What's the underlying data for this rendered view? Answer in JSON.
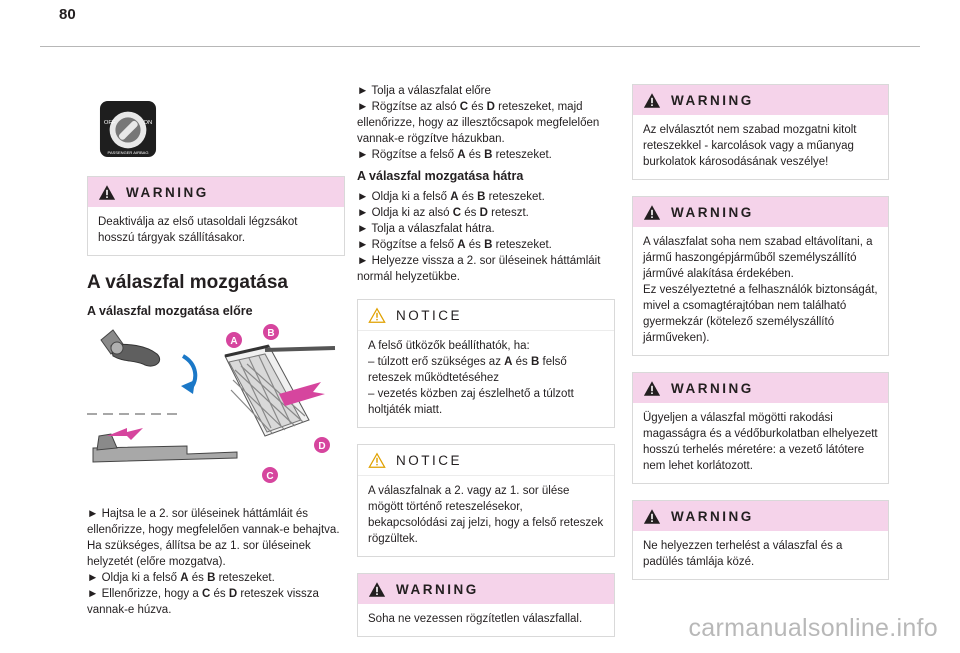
{
  "page_number": "80",
  "col1": {
    "warning1": {
      "title": "WARNING",
      "body": "Deaktiválja az első utasoldali légzsákot hosszú tárgyak szállításakor."
    },
    "section_title": "A válaszfal mozgatása",
    "subsection_title": "A válaszfal mozgatása előre",
    "figure_labels": {
      "a": "A",
      "b": "B",
      "c": "C",
      "d": "D"
    },
    "airbag_labels": {
      "off": "OFF",
      "on": "ON",
      "caption": "PASSENGER AIRBAG"
    },
    "steps": {
      "s1": "► Hajtsa le a 2. sor üléseinek háttámláit és ellenőrizze, hogy megfelelően vannak-e behajtva. Ha szükséges, állítsa be az 1. sor üléseinek helyzetét (előre mozgatva).",
      "s2_pre": "► Oldja ki a felső ",
      "s2_a": "A",
      "s2_mid": " és ",
      "s2_b": "B",
      "s2_post": " reteszeket.",
      "s3_pre": "► Ellenőrizze, hogy a ",
      "s3_c": "C",
      "s3_mid": " és ",
      "s3_d": "D",
      "s3_post": " reteszek vissza vannak-e húzva."
    }
  },
  "col2": {
    "forward_steps": {
      "s1": "► Tolja a válaszfalat előre",
      "s2_pre": "► Rögzítse az alsó ",
      "s2_c": "C",
      "s2_mid": " és ",
      "s2_d": "D",
      "s2_post": " reteszeket, majd ellenőrizze, hogy az illesztőcsapok megfelelően vannak-e rögzítve házukban.",
      "s3_pre": "► Rögzítse a felső ",
      "s3_a": "A",
      "s3_mid": " és ",
      "s3_b": "B",
      "s3_post": " reteszeket."
    },
    "back_title": "A válaszfal mozgatása hátra",
    "back_steps": {
      "s1_pre": "► Oldja ki a felső ",
      "s1_a": "A",
      "s1_mid": " és ",
      "s1_b": "B",
      "s1_post": " reteszeket.",
      "s2_pre": "► Oldja ki az alsó ",
      "s2_c": "C",
      "s2_mid": " és ",
      "s2_d": "D",
      "s2_post": " reteszt.",
      "s3": "► Tolja a válaszfalat hátra.",
      "s4_pre": "► Rögzítse a felső ",
      "s4_a": "A",
      "s4_mid": " és ",
      "s4_b": "B",
      "s4_post": " reteszeket.",
      "s5": "► Helyezze vissza a 2. sor üléseinek háttámláit normál helyzetükbe."
    },
    "notice1": {
      "title": "NOTICE",
      "line1": "A felső ütközők beállíthatók, ha:",
      "line2_pre": "– túlzott erő szükséges az ",
      "line2_a": "A",
      "line2_mid": " és ",
      "line2_b": "B",
      "line2_post": " felső reteszek működtetéséhez",
      "line3": "– vezetés közben zaj észlelhető a túlzott holtjáték miatt."
    },
    "notice2": {
      "title": "NOTICE",
      "body": "A válaszfalnak a 2. vagy az 1. sor ülése mögött történő reteszelésekor, bekapcsolódási zaj jelzi, hogy a felső reteszek rögzültek."
    },
    "warning2": {
      "title": "WARNING",
      "body": "Soha ne vezessen rögzítetlen válaszfallal."
    }
  },
  "col3": {
    "warning3": {
      "title": "WARNING",
      "body": "Az elválasztót nem szabad mozgatni kitolt reteszekkel - karcolások vagy a műanyag burkolatok károsodásának veszélye!"
    },
    "warning4": {
      "title": "WARNING",
      "body1": "A válaszfalat soha nem szabad eltávolítani, a jármű haszongépjárműből személyszállító járművé alakítása érdekében.",
      "body2": "Ez veszélyeztetné a felhasználók biztonságát, mivel a csomagtérajtóban nem található gyermekzár (kötelező személyszállító járműveken)."
    },
    "warning5": {
      "title": "WARNING",
      "body": "Ügyeljen a válaszfal mögötti rakodási magasságra és a védőburkolatban elhelyezett hosszú terhelés méretére: a vezető látótere nem lehet korlátozott."
    },
    "warning6": {
      "title": "WARNING",
      "body": "Ne helyezzen terhelést a válaszfal és a padülés támlája közé."
    }
  },
  "watermark": "carmanualsonline.info",
  "colors": {
    "warning_header": "#f5d3ea",
    "badge": "#d6459e",
    "notice_icon": "#e0a100",
    "rule": "#b7b7b7"
  },
  "icons": [
    "warning-triangle-icon",
    "notice-triangle-icon",
    "passenger-airbag-switch-icon"
  ]
}
